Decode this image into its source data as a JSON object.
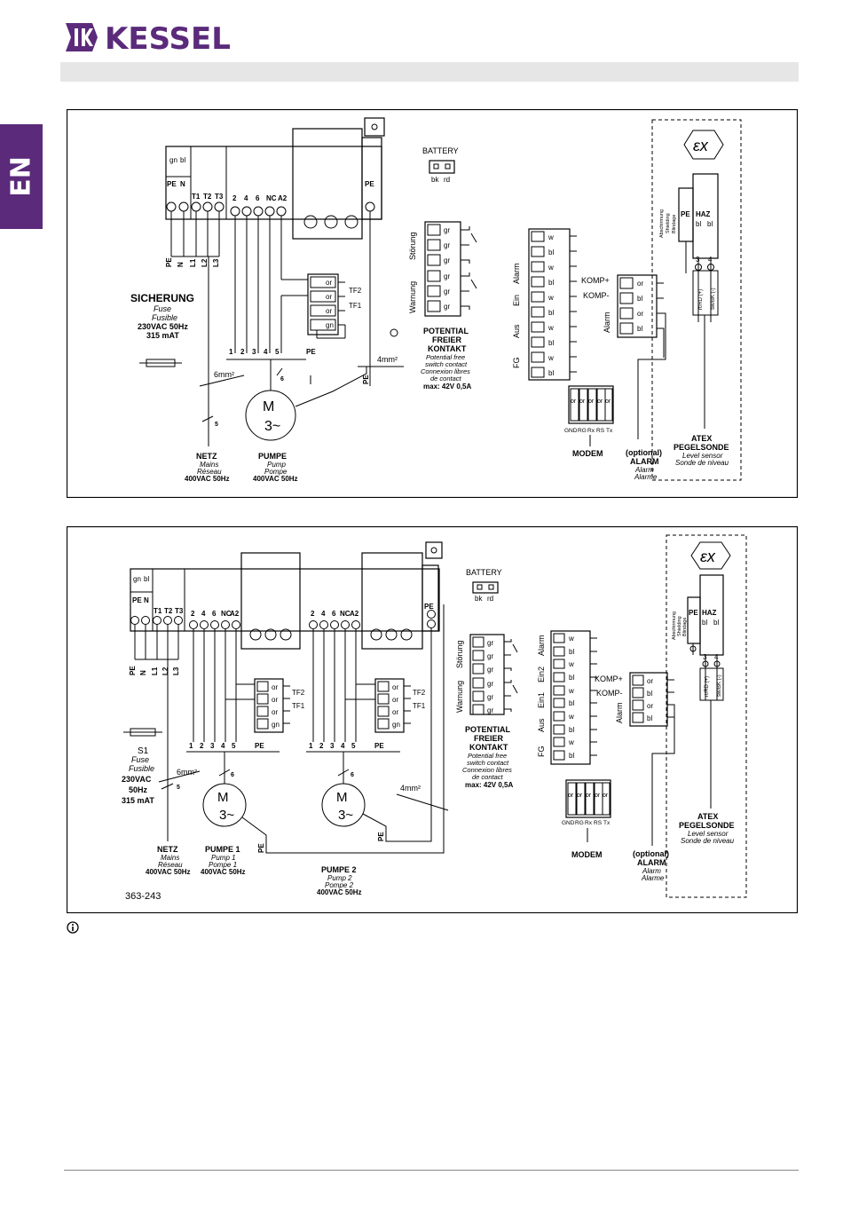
{
  "brand": {
    "name": "KESSEL",
    "color": "#5b2a7b"
  },
  "language_tab": "EN",
  "diagram1": {
    "terminal_top": [
      "gn",
      "bl"
    ],
    "terminal_pe_n": [
      "PE",
      "N"
    ],
    "thermal": [
      "T1",
      "T2",
      "T3"
    ],
    "contacts": [
      "2",
      "4",
      "6",
      "NC",
      "A2"
    ],
    "pe_right": "PE",
    "battery": {
      "label": "BATTERY",
      "pins": [
        "bk",
        "rd"
      ]
    },
    "stoerung": "Störung",
    "warnung": "Warnung",
    "gr": "gr",
    "potential": {
      "l1": "POTENTIAL",
      "l2": "FREIER",
      "l3": "KONTAKT",
      "t1": "Potential free",
      "t2": "switch contact",
      "t3": "Connexion libres",
      "t4": "de contact",
      "max": "max: 42V 0,5A"
    },
    "alarm": "Alarm",
    "ein": "Ein",
    "aus": "Aus",
    "fg": "FG",
    "w": "w",
    "bl": "bl",
    "komp_plus": "KOMP+",
    "komp_minus": "KOMP-",
    "or": "or",
    "alarm_side": "Alarm",
    "modem": {
      "label": "MODEM",
      "pins": [
        "GND",
        "RG",
        "Rx",
        "RS",
        "Tx"
      ],
      "or": "or"
    },
    "optional": {
      "l1": "(optional)",
      "l2": "ALARM",
      "l3": "Alarm",
      "l4": "Alarme"
    },
    "atex": {
      "l1": "ATEX",
      "l2": "PEGELSONDE",
      "l3": "Level sensor",
      "l4": "Sonde de niveau"
    },
    "shielding": [
      "Abschirmung",
      "Shielding",
      "Blindage"
    ],
    "haz": "HAZ",
    "pe": "PE",
    "sensor_pins": [
      "3",
      "4"
    ],
    "sensor_wires": [
      "rt/RD (+)",
      "sw/BK (-)"
    ],
    "line_labels": [
      "PE",
      "N",
      "L1",
      "L2",
      "L3"
    ],
    "motor_terms": [
      "1",
      "2",
      "3",
      "4",
      "5"
    ],
    "tf": [
      "TF2",
      "TF1"
    ],
    "gn": "gn",
    "sicherung": {
      "l1": "SICHERUNG",
      "l2": "Fuse",
      "l3": "Fusible",
      "l4": "230VAC 50Hz",
      "l5": "315 mAT"
    },
    "mm6": "6mm²",
    "mm4": "4mm²",
    "n6": "6",
    "n5": "5",
    "motor": {
      "m": "M",
      "p": "3~"
    },
    "netz": {
      "l1": "NETZ",
      "l2": "Mains",
      "l3": "Réseau",
      "l4": "400VAC 50Hz"
    },
    "pumpe": {
      "l1": "PUMPE",
      "l2": "Pump",
      "l3": "Pompe",
      "l4": "400VAC 50Hz"
    }
  },
  "diagram2": {
    "terminal_top": [
      "gn",
      "bl"
    ],
    "terminal_pe_n": [
      "PE",
      "N"
    ],
    "thermal": [
      "T1",
      "T2",
      "T3"
    ],
    "contacts": [
      "2",
      "4",
      "6",
      "NC",
      "A2"
    ],
    "pe_right": "PE",
    "battery": {
      "label": "BATTERY",
      "pins": [
        "bk",
        "rd"
      ]
    },
    "stoerung": "Störung",
    "warnung": "Warnung",
    "gr": "gr",
    "potential": {
      "l1": "POTENTIAL",
      "l2": "FREIER",
      "l3": "KONTAKT",
      "t1": "Potential free",
      "t2": "switch contact",
      "t3": "Connexion libres",
      "t4": "de contact",
      "max": "max: 42V 0,5A"
    },
    "alarm": "Alarm",
    "ein2": "Ein2",
    "ein1": "Ein1",
    "aus": "Aus",
    "fg": "FG",
    "w": "w",
    "bl": "bl",
    "komp_plus": "KOMP+",
    "komp_minus": "KOMP-",
    "or": "or",
    "alarm_side": "Alarm",
    "modem": {
      "label": "MODEM",
      "pins": [
        "GND",
        "RG",
        "Rx",
        "RS",
        "Tx"
      ],
      "or": "or"
    },
    "optional": {
      "l1": "(optional)",
      "l2": "ALARM",
      "l3": "Alarm",
      "l4": "Alarme"
    },
    "atex": {
      "l1": "ATEX",
      "l2": "PEGELSONDE",
      "l3": "Level sensor",
      "l4": "Sonde de niveau"
    },
    "shielding": [
      "Abschirmung",
      "Shielding",
      "Blindage"
    ],
    "haz": "HAZ",
    "pe": "PE",
    "sensor_pins": [
      "3",
      "4"
    ],
    "sensor_wires": [
      "rt/RD (+)",
      "sw/BK (-)"
    ],
    "line_labels": [
      "PE",
      "N",
      "L1",
      "L2",
      "L3"
    ],
    "motor_terms": [
      "1",
      "2",
      "3",
      "4",
      "5"
    ],
    "tf": [
      "TF2",
      "TF1"
    ],
    "gn": "gn",
    "s1": {
      "l1": "S1",
      "l2": "Fuse",
      "l3": "Fusible",
      "l4": "230VAC",
      "l5": "50Hz",
      "l6": "315 mAT"
    },
    "mm6": "6mm²",
    "mm4": "4mm²",
    "n6": "6",
    "n5": "5",
    "motor": {
      "m": "M",
      "p": "3~"
    },
    "netz": {
      "l1": "NETZ",
      "l2": "Mains",
      "l3": "Réseau",
      "l4": "400VAC 50Hz"
    },
    "pumpe1": {
      "l1": "PUMPE 1",
      "l2": "Pump 1",
      "l3": "Pompe 1",
      "l4": "400VAC 50Hz"
    },
    "pumpe2": {
      "l1": "PUMPE 2",
      "l2": "Pump 2",
      "l3": "Pompe 2",
      "l4": "400VAC 50Hz"
    },
    "code": "363-243"
  }
}
